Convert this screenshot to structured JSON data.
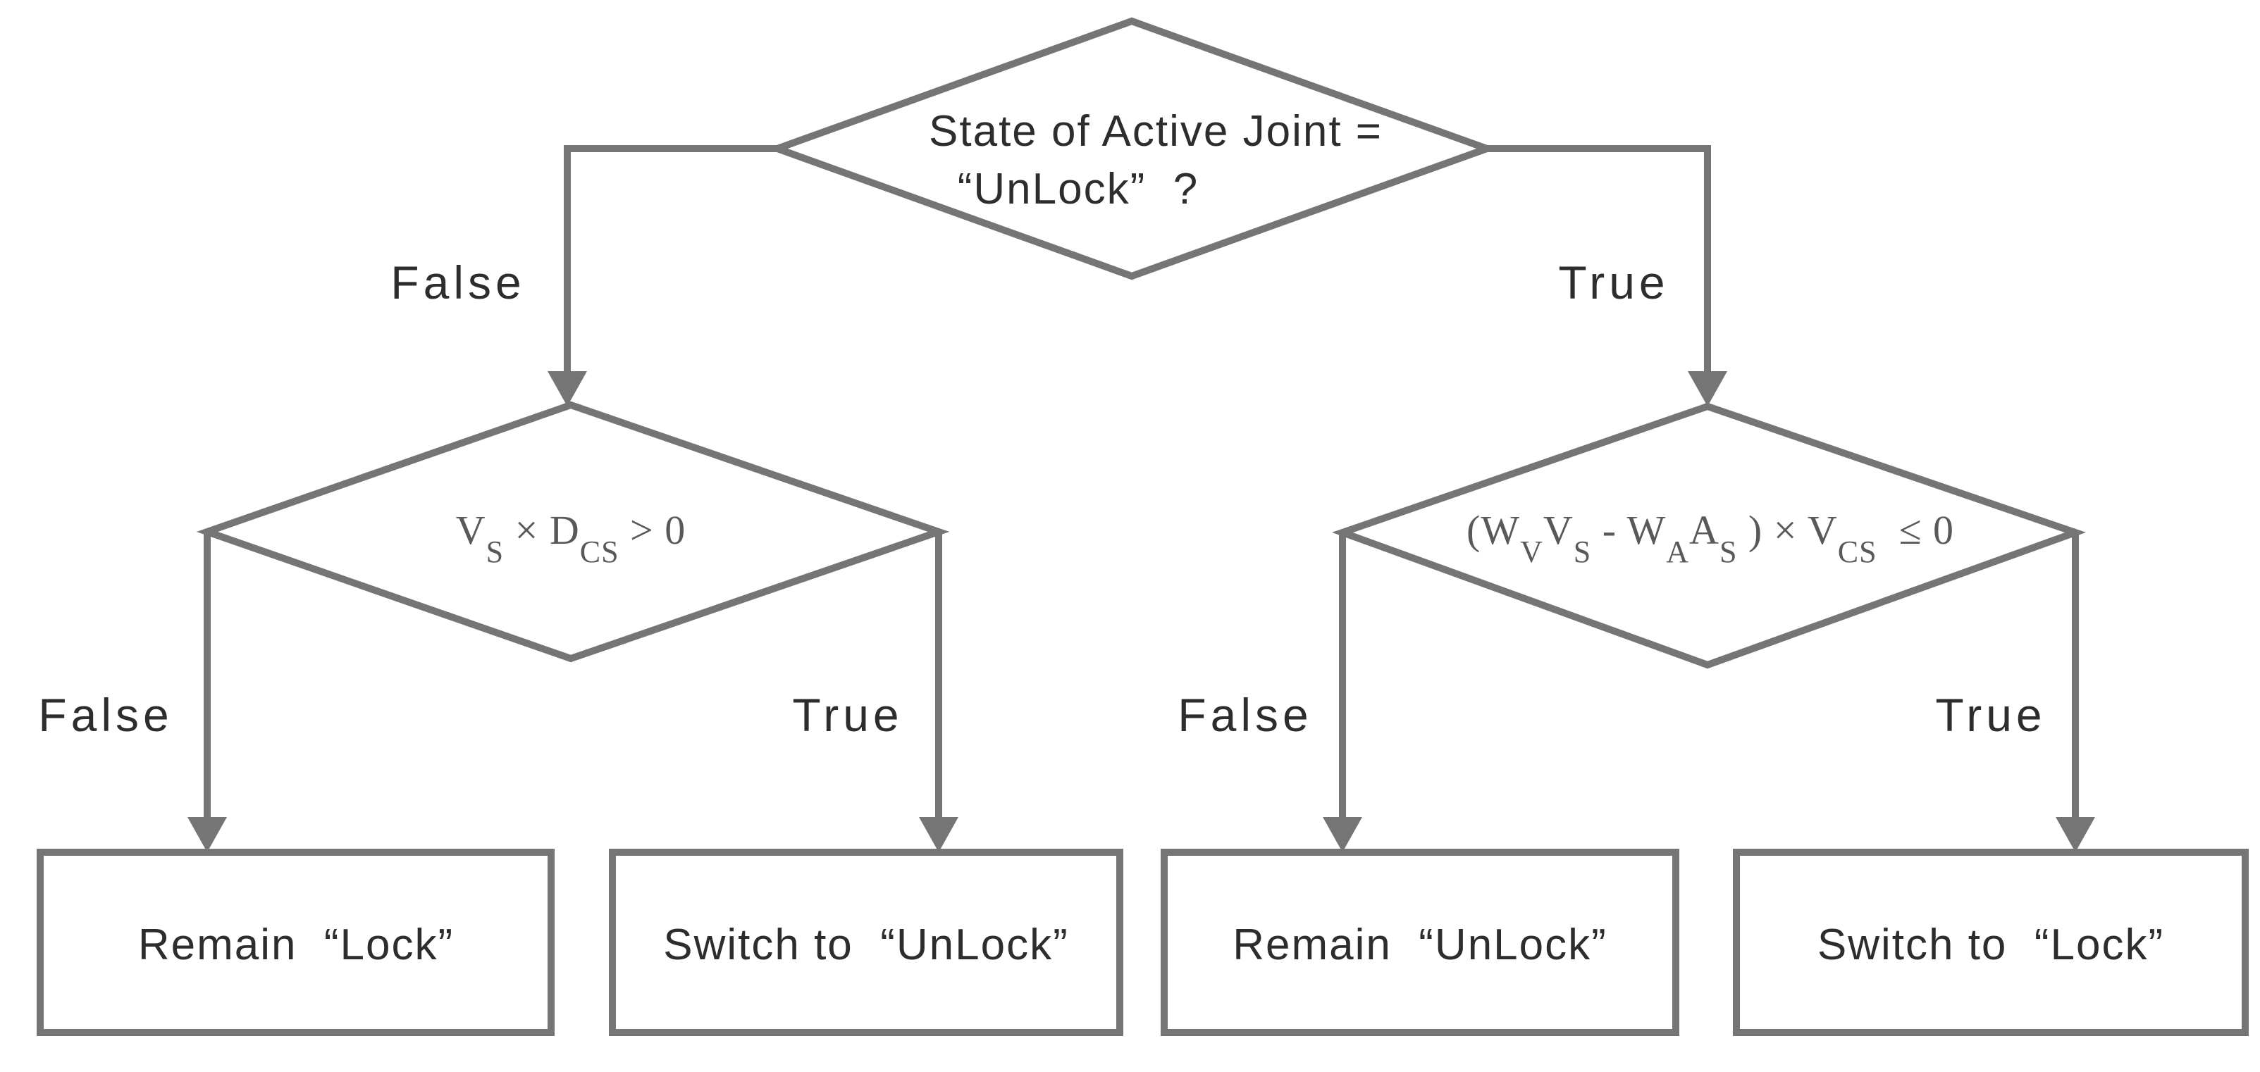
{
  "diagram": {
    "colors": {
      "stroke": "#757575",
      "text": "#2d2d2d",
      "formula_text": "#595959",
      "background": "#ffffff"
    },
    "root_decision": {
      "line1": "State of Active Joint =",
      "line2": "“UnLock”  ?"
    },
    "branch_labels": {
      "root_false": "False",
      "root_true": "True",
      "left_false": "False",
      "left_true": "True",
      "right_false": "False",
      "right_true": "True"
    },
    "left_decision_formula": {
      "p1": "V",
      "s1": "S",
      "p2": " × D",
      "s2": "CS",
      "p3": " > 0"
    },
    "right_decision_formula": {
      "p1": "(W",
      "s1": "V",
      "p2": "V",
      "s2": "S",
      "p3": " - W",
      "s3": "A",
      "p4": "A",
      "s4": "S",
      "p5": " ) × V",
      "s5": "CS",
      "p6": "  ≤ 0"
    },
    "outcomes": {
      "remain_lock": "Remain  “Lock”",
      "switch_unlock": "Switch to  “UnLock”",
      "remain_unlock": "Remain  “UnLock”",
      "switch_lock": "Switch to  “Lock”"
    }
  }
}
